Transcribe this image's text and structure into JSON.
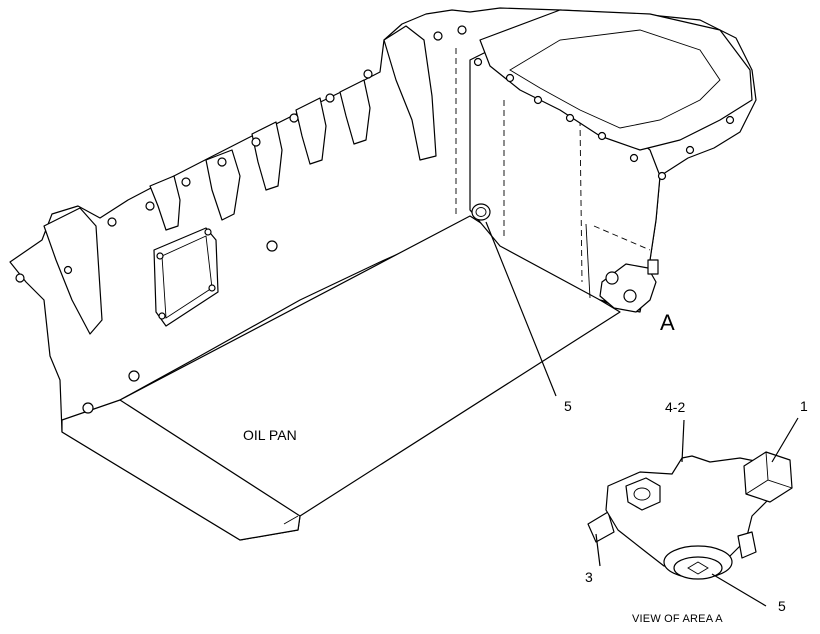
{
  "labels": {
    "oil_pan": "OIL PAN",
    "area_marker": "A",
    "view_caption": "VIEW OF AREA A"
  },
  "callouts": {
    "c5_main": "5",
    "c4_2": "4-2",
    "c1": "1",
    "c3": "3",
    "c5_detail": "5"
  }
}
